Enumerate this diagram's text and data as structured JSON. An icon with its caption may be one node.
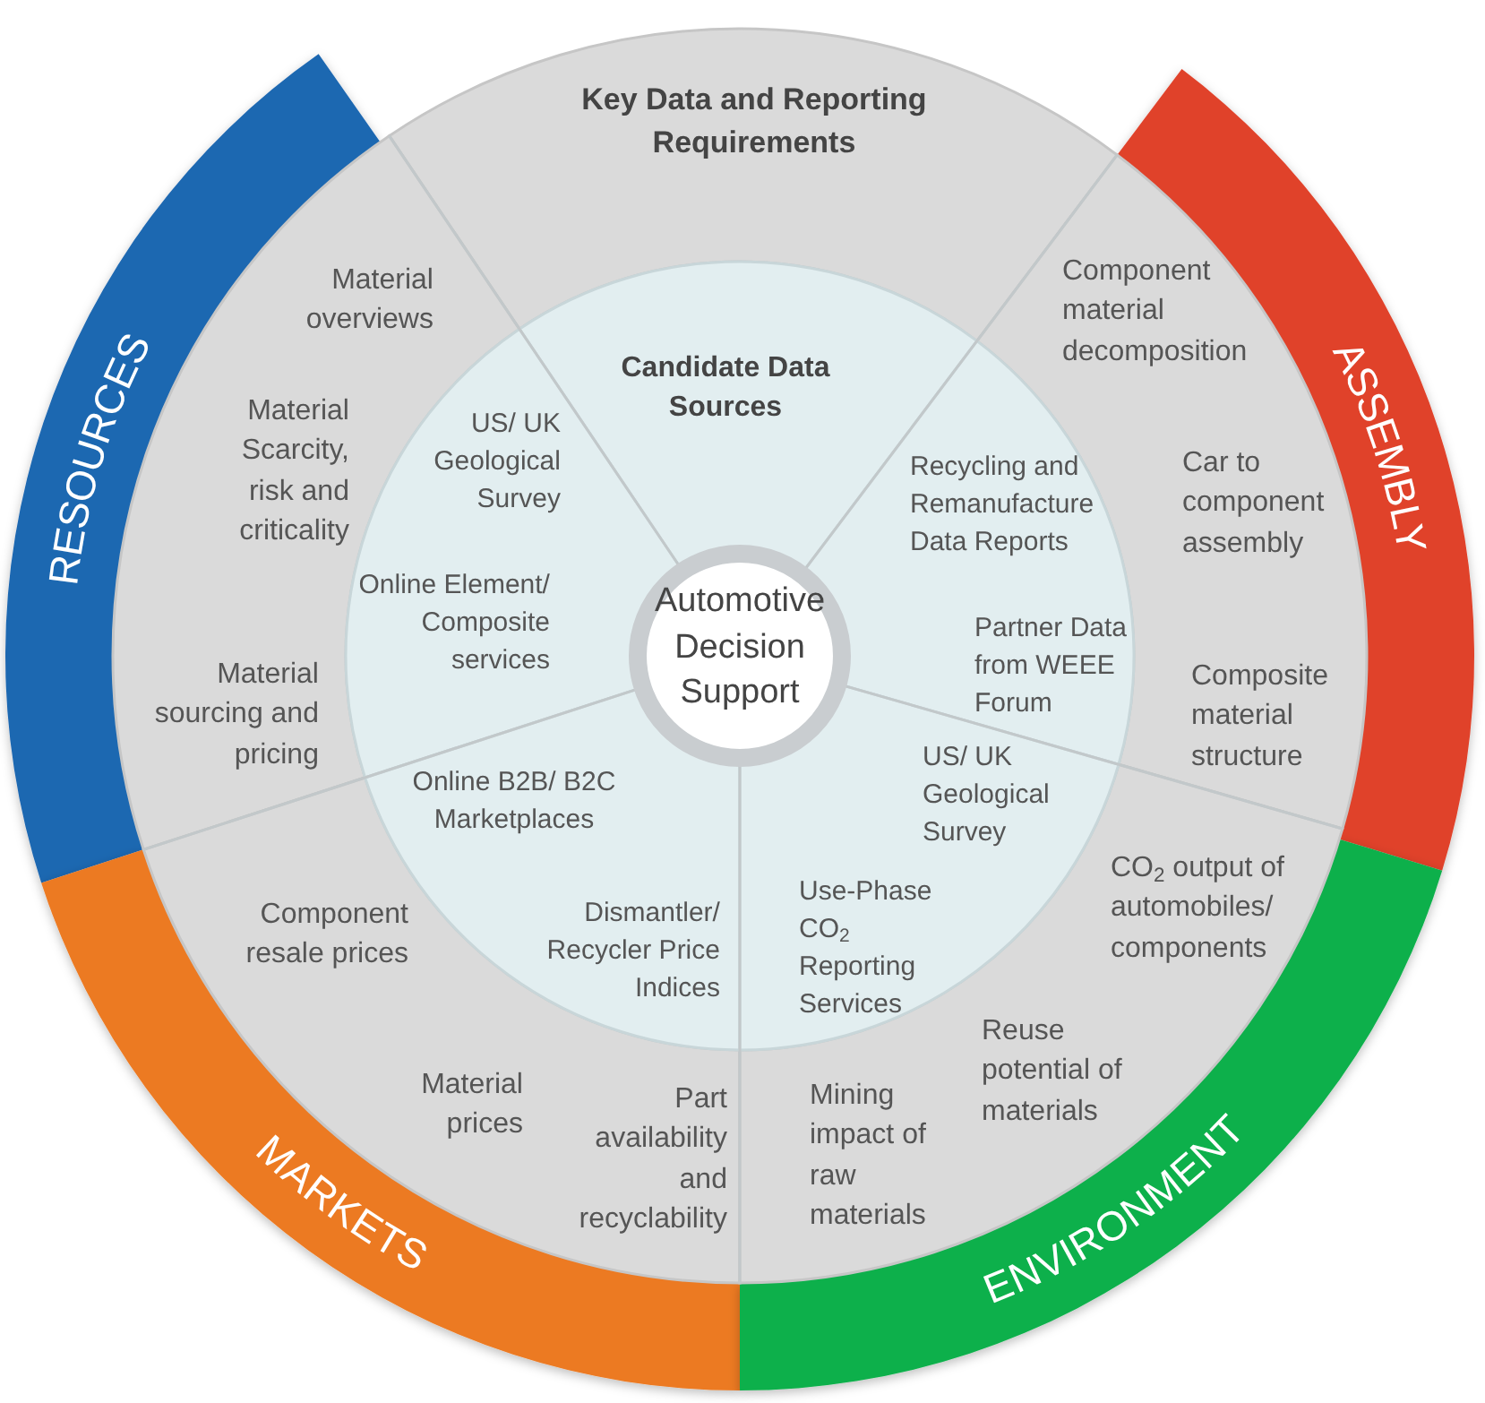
{
  "diagram": {
    "nodes": [
      {
        "text": [
          "Key Data and Reporting Requirements"
        ]
      },
      {
        "text": [
          "RESOURCES"
        ]
      },
      {
        "text": [
          "Material overviews",
          "Material Scarcity, risk and criticality",
          "Material sourcing and pricing"
        ]
      },
      {
        "text": [
          "ASSEMBLY"
        ]
      },
      {
        "text": [
          "Component material decomposition",
          "Car to component assembly",
          "Composite material structure"
        ]
      },
      {
        "text": [
          "Candidate Data Sources"
        ]
      },
      {
        "text": [
          "US/ UK Geological Survey",
          "Online Element/ Composite services"
        ]
      },
      {
        "text": [
          "Recycling and Remanufacture Data Reports",
          "Partner Data from WEEE Forum"
        ]
      },
      {
        "text": [
          "Automotive Decision Support"
        ]
      },
      {
        "text": [
          "Online B2B/ B2C Marketplaces",
          "Dismantler/ Recycler Price Indices"
        ]
      },
      {
        "text": [
          "US/ UK Geological Survey",
          "Use-Phase CO$_{2}$ Reporting Services"
        ]
      },
      {
        "text": [
          "Component resale prices",
          "Material prices",
          "Part availability and recyclability"
        ]
      },
      {
        "text": [
          "CO$_{2}$ output of automobiles/ components",
          "Reuse potential of materials",
          "Mining impact of raw materials"
        ]
      },
      {
        "text": [
          "MARKETS"
        ]
      },
      {
        "text": [
          "ENVIRONMENT"
        ]
      }
    ]
  }
}
